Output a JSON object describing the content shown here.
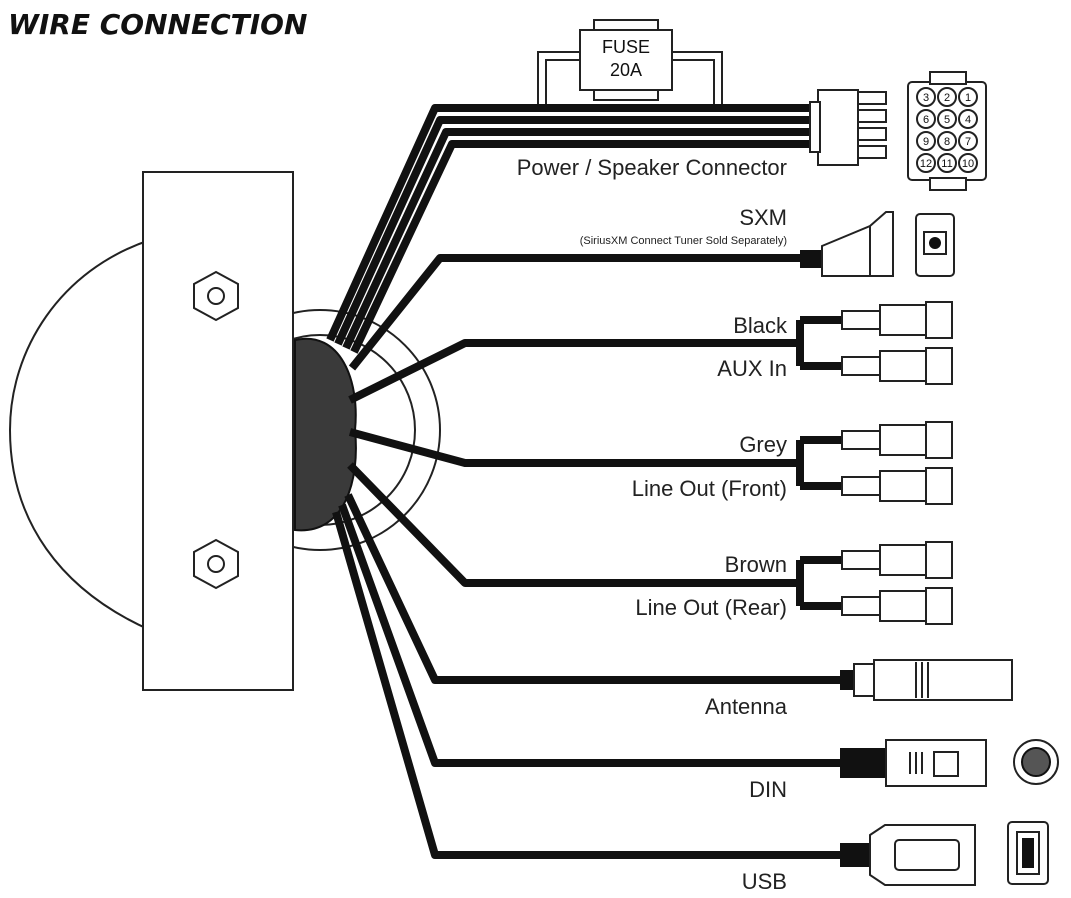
{
  "title": "WIRE CONNECTION",
  "fuse": {
    "line1": "FUSE",
    "line2": "20A"
  },
  "pins": [
    "3",
    "2",
    "1",
    "6",
    "5",
    "4",
    "9",
    "8",
    "7",
    "12",
    "11",
    "10"
  ],
  "connectors": {
    "power_speaker": "Power / Speaker Connector",
    "sxm": "SXM",
    "sxm_note": "(SiriusXM Connect Tuner Sold Separately)",
    "aux_color": "Black",
    "aux_name": "AUX In",
    "front_color": "Grey",
    "front_name": "Line Out (Front)",
    "rear_color": "Brown",
    "rear_name": "Line Out (Rear)",
    "antenna": "Antenna",
    "din": "DIN",
    "usb": "USB"
  },
  "colors": {
    "ink": "#111111",
    "paper": "#ffffff",
    "hub": "#3a3a3a"
  }
}
